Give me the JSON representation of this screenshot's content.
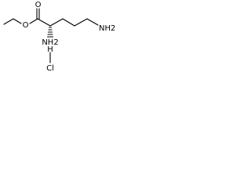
{
  "molecule": {
    "atoms": {
      "carbonyl_oxygen": "O",
      "ester_oxygen": "O",
      "alpha_amine": "NH2",
      "terminal_amine": "NH2",
      "salt_hydrogen": "H",
      "salt_chlorine": "Cl"
    }
  }
}
